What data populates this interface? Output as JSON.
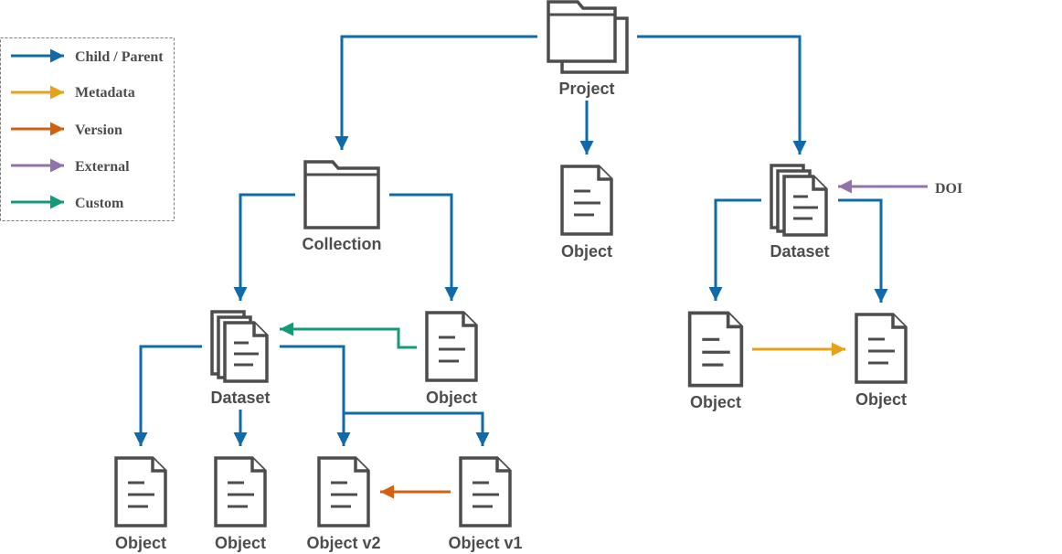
{
  "colors": {
    "child_parent": "#0e6aa8",
    "metadata": "#e6a118",
    "version": "#d35f0f",
    "external": "#8f73aa",
    "custom": "#129b78",
    "icon": "#4d4d4d"
  },
  "legend": {
    "items": [
      {
        "label": "Child / Parent",
        "color_key": "child_parent"
      },
      {
        "label": "Metadata",
        "color_key": "metadata"
      },
      {
        "label": "Version",
        "color_key": "version"
      },
      {
        "label": "External",
        "color_key": "external"
      },
      {
        "label": "Custom",
        "color_key": "custom"
      }
    ]
  },
  "nodes": {
    "project": {
      "label": "Project",
      "icon": "project-folder-icon"
    },
    "collection": {
      "label": "Collection",
      "icon": "folder-icon"
    },
    "object_top": {
      "label": "Object",
      "icon": "document-icon"
    },
    "dataset_right": {
      "label": "Dataset",
      "icon": "dataset-stack-icon"
    },
    "doi": {
      "label": "DOI"
    },
    "dataset_left": {
      "label": "Dataset",
      "icon": "dataset-stack-icon"
    },
    "object_collection": {
      "label": "Object",
      "icon": "document-icon"
    },
    "object_right_a": {
      "label": "Object",
      "icon": "document-icon"
    },
    "object_right_b": {
      "label": "Object",
      "icon": "document-icon"
    },
    "object_bottom_1": {
      "label": "Object",
      "icon": "document-icon"
    },
    "object_bottom_2": {
      "label": "Object",
      "icon": "document-icon"
    },
    "object_v2": {
      "label": "Object v2",
      "icon": "document-icon"
    },
    "object_v1": {
      "label": "Object v1",
      "icon": "document-icon"
    }
  }
}
